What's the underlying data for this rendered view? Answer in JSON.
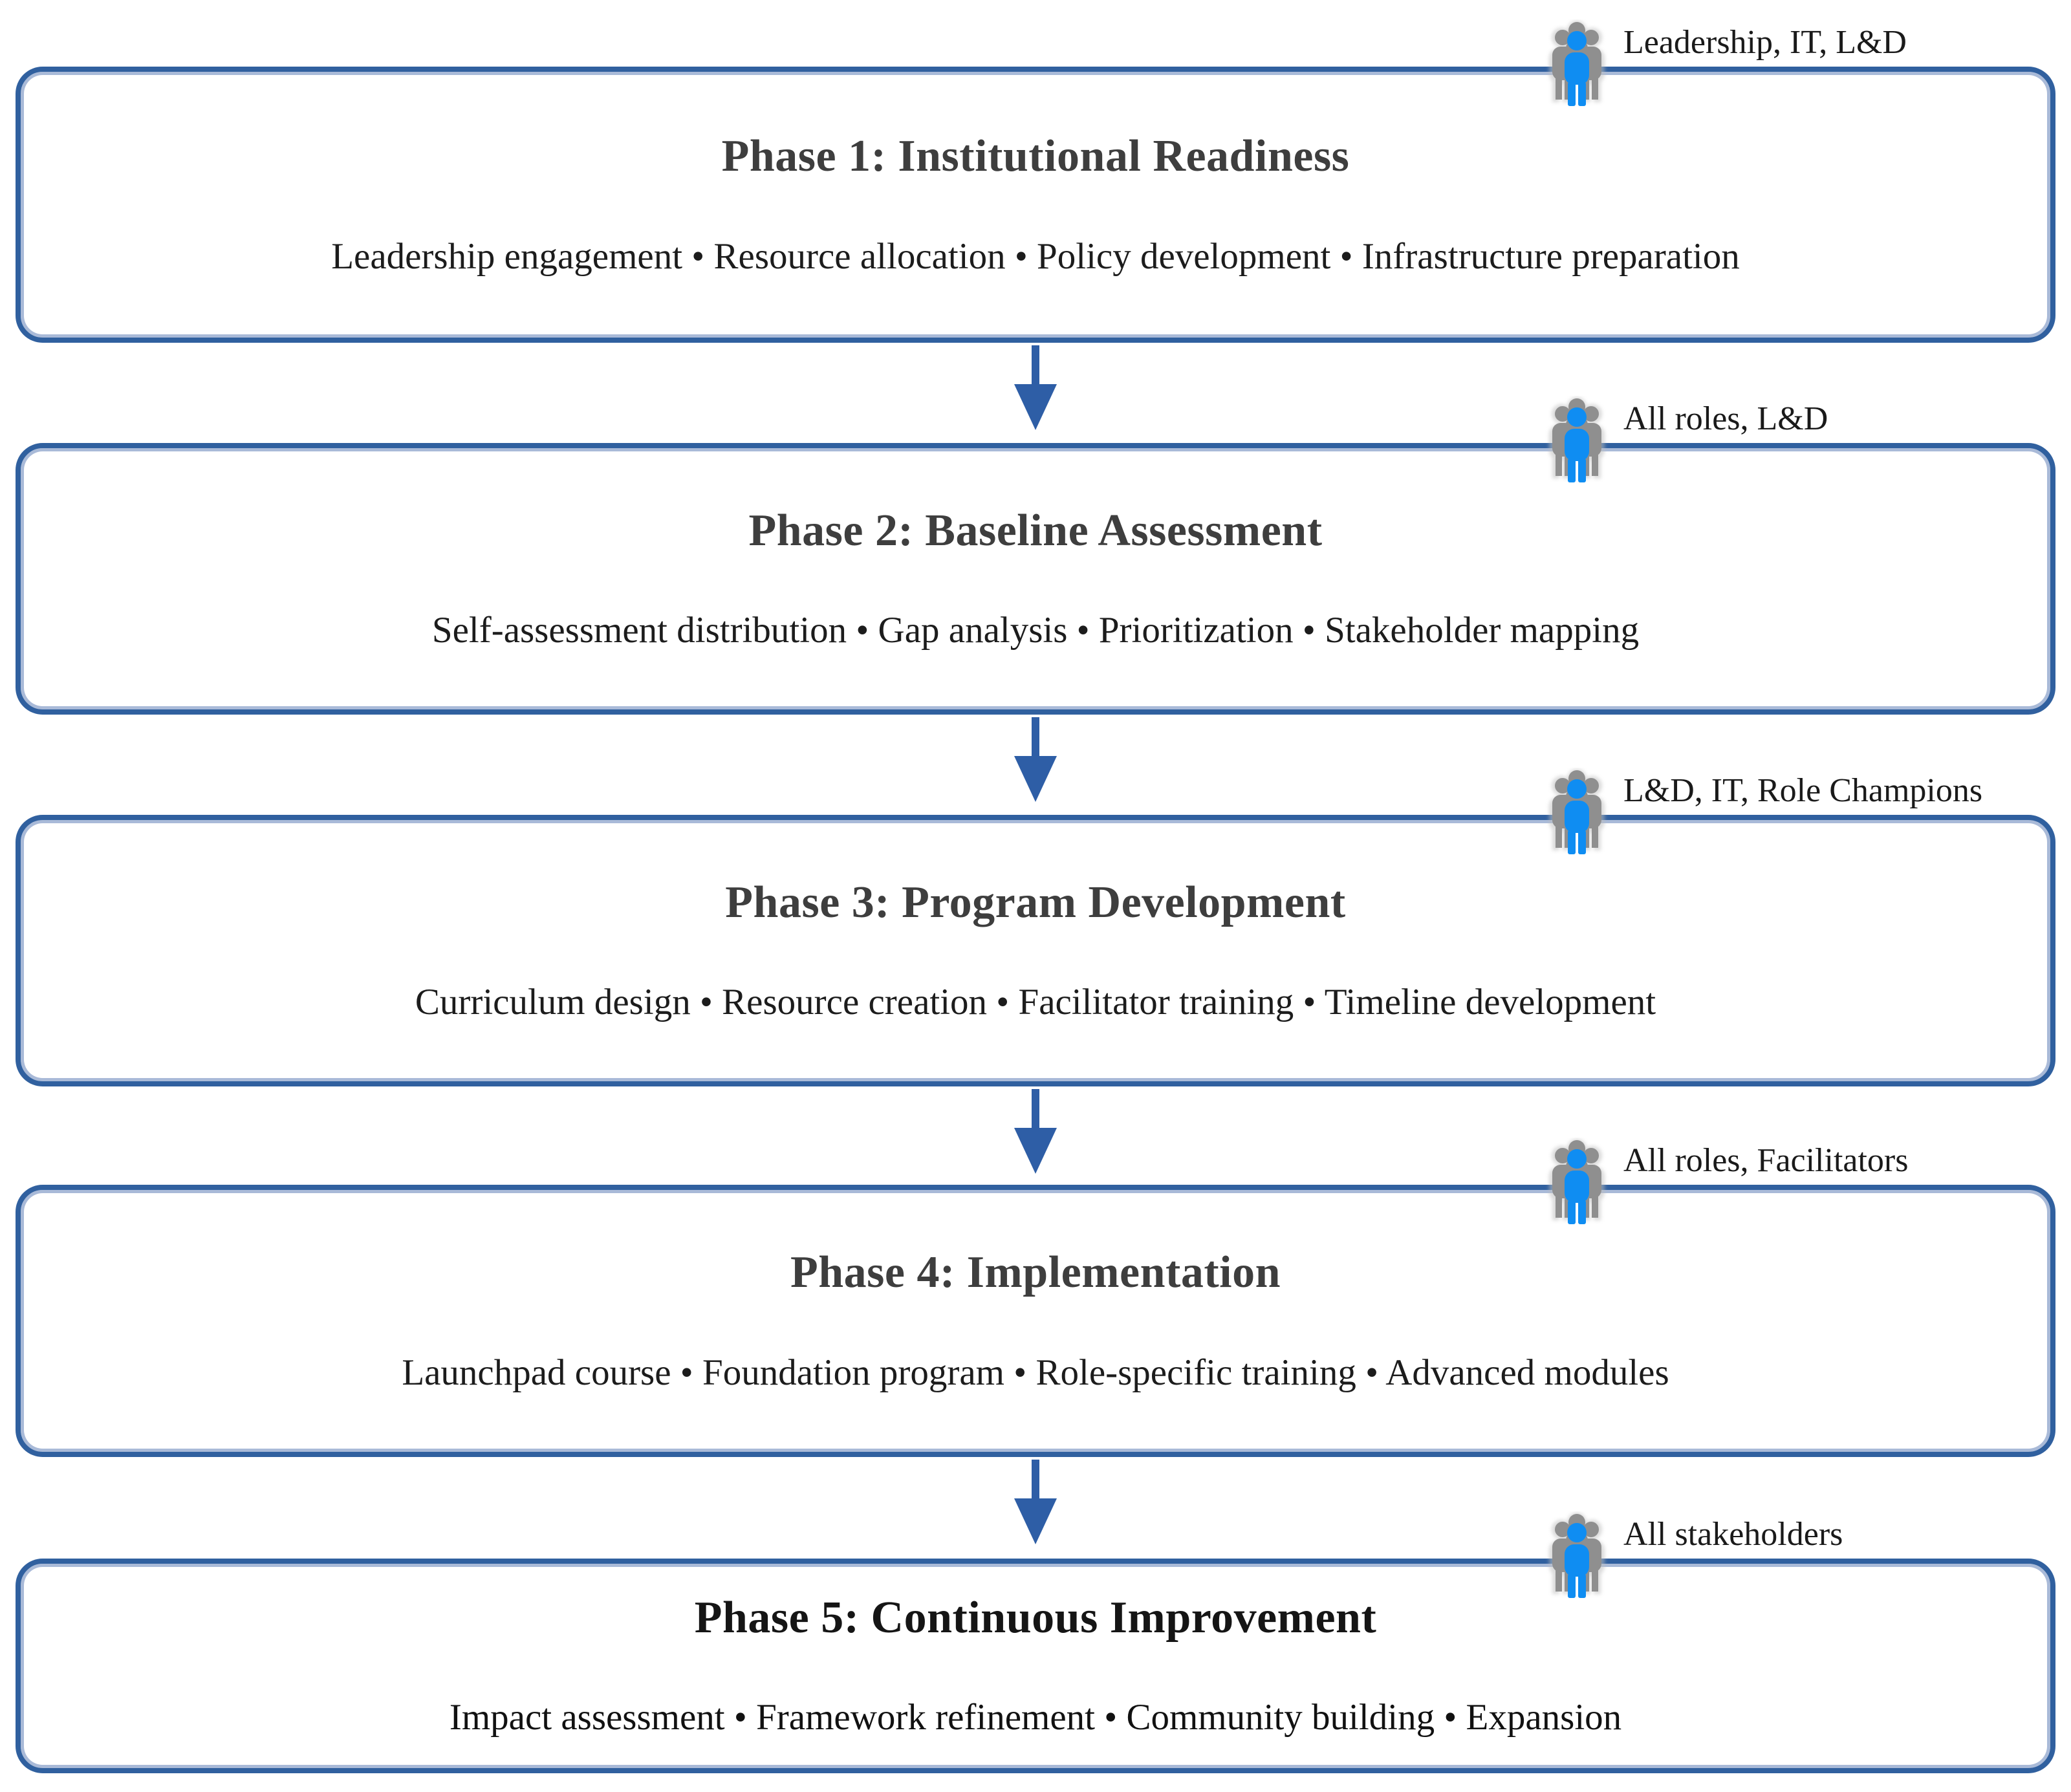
{
  "diagram": {
    "type": "flowchart",
    "direction": "top-down",
    "colors": {
      "box_border": "#30609F",
      "box_border_inner": "#A9BAD8",
      "arrow": "#2E5EA6",
      "icon_person_front": "#0F8DF2",
      "icon_group_back": "#8F8F8F",
      "phase_title_text": "#3E3E3E",
      "phase5_title_text": "#151515",
      "body_text": "#1C1C1C",
      "role_label_text": "#1A1A1A",
      "background": "#FFFFFF"
    },
    "icon_name": "people-group-icon"
  },
  "phases": [
    {
      "title": "Phase 1: Institutional Readiness",
      "items": [
        "Leadership engagement",
        "Resource allocation",
        "Policy development",
        "Infrastructure preparation"
      ],
      "items_line": "Leadership engagement • Resource allocation • Policy development • Infrastructure preparation",
      "roles": "Leadership, IT, L&D"
    },
    {
      "title": "Phase 2: Baseline Assessment",
      "items": [
        "Self-assessment distribution",
        "Gap analysis",
        "Prioritization",
        "Stakeholder mapping"
      ],
      "items_line": "Self-assessment distribution • Gap analysis • Prioritization • Stakeholder mapping",
      "roles": "All roles, L&D"
    },
    {
      "title": "Phase 3: Program Development",
      "items": [
        "Curriculum design",
        "Resource creation",
        "Facilitator training",
        "Timeline development"
      ],
      "items_line": "Curriculum design • Resource creation • Facilitator training • Timeline development",
      "roles": "L&D, IT, Role Champions"
    },
    {
      "title": "Phase 4: Implementation",
      "items": [
        "Launchpad course",
        "Foundation program",
        "Role-specific training",
        "Advanced modules"
      ],
      "items_line": "Launchpad course • Foundation program • Role-specific training • Advanced modules",
      "roles": "All roles, Facilitators"
    },
    {
      "title": "Phase 5: Continuous Improvement",
      "items": [
        "Impact assessment",
        "Framework refinement",
        "Community building",
        "Expansion"
      ],
      "items_line": "Impact assessment • Framework refinement • Community building • Expansion",
      "roles": "All stakeholders"
    }
  ]
}
